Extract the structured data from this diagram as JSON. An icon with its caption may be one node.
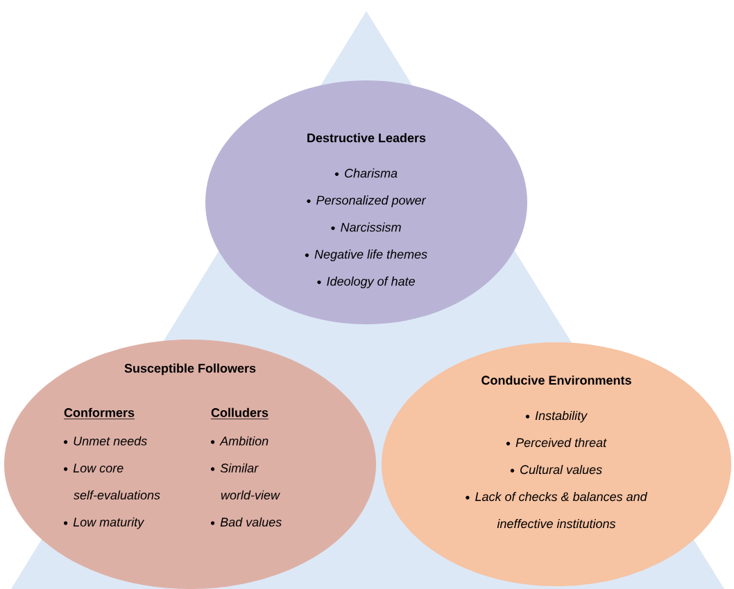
{
  "diagram": {
    "nodes": [
      {
        "text": [
          "Destructive Leaders",
          "Charisma",
          "Personalized power",
          "Narcissism",
          "Negative life themes",
          "Ideology of hate"
        ]
      },
      {
        "text": [
          "Susceptible Followers",
          "Conformers",
          "Unmet needs",
          "Low core self-evaluations",
          "Low maturity",
          "Colluders",
          "Ambition",
          "Similar world-view",
          "Bad values"
        ]
      },
      {
        "text": [
          "Conducive Environments",
          "Instability",
          "Perceived threat",
          "Cultural values",
          "Lack of checks & balances and ineffective institutions"
        ]
      }
    ]
  }
}
